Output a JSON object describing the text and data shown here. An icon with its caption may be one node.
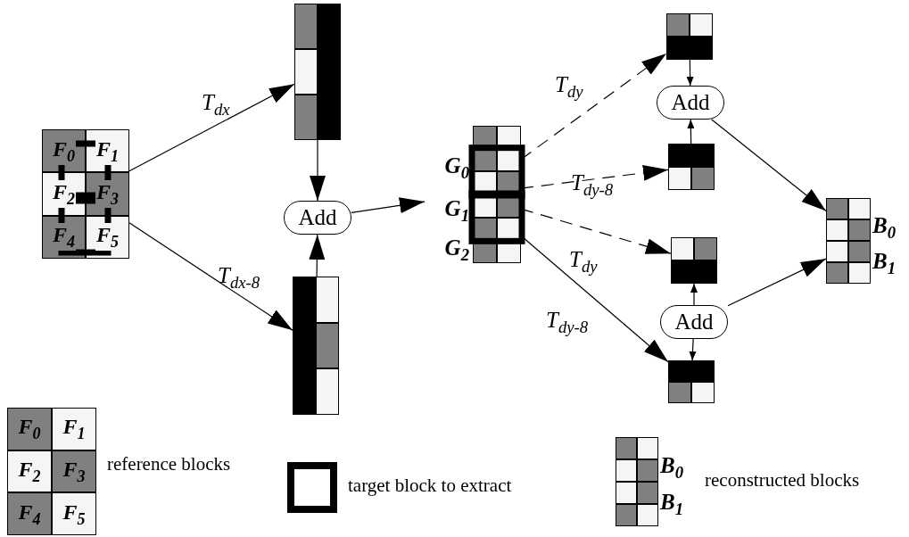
{
  "diagram": {
    "nodes": [
      {
        "text": [
          "F$_{0}$",
          "F$_{1}$",
          "F$_{2}$",
          "F$_{3}$",
          "F$_{4}$",
          "F$_{5}$"
        ]
      },
      {
        "text": [],
        "shape": "box"
      },
      {
        "text": [
          "Add"
        ]
      },
      {
        "text": [],
        "shape": "box"
      },
      {
        "text": [
          "G$_{0}$",
          "G$_{1}$",
          "G$_{2}$"
        ]
      },
      {
        "text": [],
        "shape": "box"
      },
      {
        "text": [
          "Add"
        ]
      },
      {
        "text": [],
        "shape": "box"
      },
      {
        "text": [],
        "shape": "box"
      },
      {
        "text": [
          "Add"
        ]
      },
      {
        "text": [],
        "shape": "box"
      },
      {
        "text": [
          "B$_{0}$",
          "B$_{1}$"
        ]
      },
      {
        "text": [
          "F$_{0}$",
          "F$_{1}$",
          "F$_{2}$",
          "F$_{3}$",
          "F$_{4}$",
          "F$_{5}$"
        ]
      },
      {
        "text": [
          "B$_{0}$",
          "B$_{1}$"
        ]
      }
    ],
    "edges": [
      {
        "from": 0,
        "to": 1,
        "arrow": "to",
        "label": "T$_{dx}$"
      },
      {
        "from": 0,
        "to": 3,
        "arrow": "to",
        "label": "T$_{dx-8}$"
      },
      {
        "from": 1,
        "to": 2,
        "arrow": "to"
      },
      {
        "from": 3,
        "to": 2,
        "arrow": "to"
      },
      {
        "from": 2,
        "to": 4,
        "arrow": "to"
      },
      {
        "from": 4,
        "to": 5,
        "arrow": "to",
        "label": "T$_{dy}$",
        "style": "dashed"
      },
      {
        "from": 4,
        "to": 7,
        "arrow": "to",
        "label": "T$_{dy-8}$",
        "style": "dashed"
      },
      {
        "from": 4,
        "to": 8,
        "arrow": "to",
        "label": "T$_{dy}$",
        "style": "dashed"
      },
      {
        "from": 4,
        "to": 10,
        "arrow": "to",
        "label": "T$_{dy-8}$"
      },
      {
        "from": 5,
        "to": 6,
        "arrow": "to"
      },
      {
        "from": 7,
        "to": 6,
        "arrow": "to"
      },
      {
        "from": 9,
        "to": 8,
        "arrow": "to"
      },
      {
        "from": 9,
        "to": 10,
        "arrow": "to"
      },
      {
        "from": 6,
        "to": 11,
        "arrow": "to"
      },
      {
        "from": 9,
        "to": 11,
        "arrow": "to"
      }
    ],
    "legend": [
      {
        "text": "reference blocks"
      },
      {
        "text": "target block to extract"
      },
      {
        "text": "reconstructed blocks"
      }
    ]
  }
}
